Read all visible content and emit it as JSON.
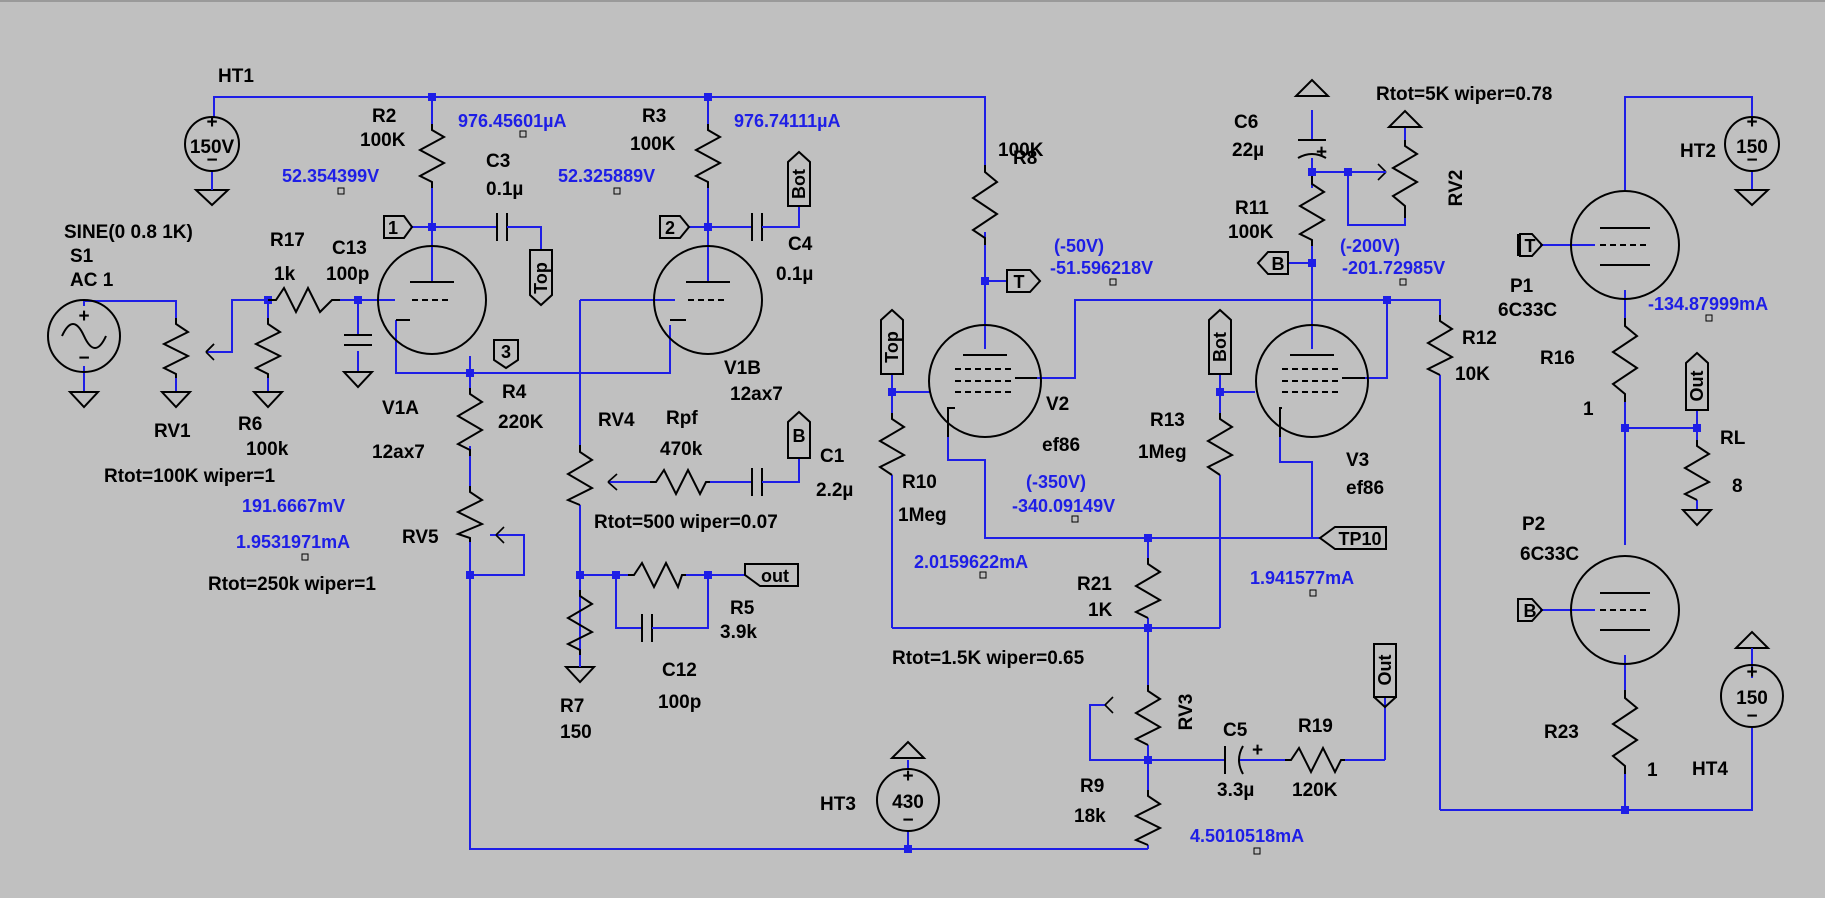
{
  "supplies": {
    "ht1": "HT1",
    "ht1_v": "150V",
    "ht2": "HT2",
    "ht2_v": "150",
    "ht3": "HT3",
    "ht3_v": "430",
    "ht4": "HT4",
    "ht4_v": "150"
  },
  "source": {
    "spec": "SINE(0 0.8 1K)",
    "name": "S1",
    "ac": "AC 1"
  },
  "resistors": {
    "r2": "R2",
    "r2_v": "100K",
    "r3": "R3",
    "r3_v": "100K",
    "r8": "R8",
    "r8_v": "100K",
    "r11": "R11",
    "r11_v": "100K",
    "r17": "R17",
    "r17_v": "1k",
    "r6": "R6",
    "r6_v": "100k",
    "r4": "R4",
    "r4_v": "220K",
    "rpf": "Rpf",
    "rpf_v": "470k",
    "r10": "R10",
    "r10_v": "1Meg",
    "r13": "R13",
    "r13_v": "1Meg",
    "r12": "R12",
    "r12_v": "10K",
    "r16": "R16",
    "r16_v": "1",
    "rl": "RL",
    "rl_v": "8",
    "r5": "R5",
    "r5_v": "3.9k",
    "r7": "R7",
    "r7_v": "150",
    "r21": "R21",
    "r21_v": "1K",
    "r9": "R9",
    "r9_v": "18k",
    "r19": "R19",
    "r19_v": "120K",
    "r23": "R23",
    "r23_v": "1"
  },
  "capacitors": {
    "c3": "C3",
    "c3_v": "0.1µ",
    "c13": "C13",
    "c13_v": "100p",
    "c4": "C4",
    "c4_v": "0.1µ",
    "c6": "C6",
    "c6_v": "22µ",
    "c1": "C1",
    "c1_v": "2.2µ",
    "c12": "C12",
    "c12_v": "100p",
    "c5": "C5",
    "c5_v": "3.3µ"
  },
  "pots": {
    "rv1": "RV1",
    "rv1_spec": "Rtot=100K wiper=1",
    "rv2": "RV2",
    "rv2_spec": "Rtot=5K wiper=0.78",
    "rv3": "RV3",
    "rv3_spec": "Rtot=1.5K wiper=0.65",
    "rv4": "RV4",
    "rv4_spec": "Rtot=500 wiper=0.07",
    "rv5": "RV5",
    "rv5_spec": "Rtot=250k wiper=1"
  },
  "tubes": {
    "v1a": "V1A",
    "v1a_t": "12ax7",
    "v1b": "V1B",
    "v1b_t": "12ax7",
    "v2": "V2",
    "v2_t": "ef86",
    "v3": "V3",
    "v3_t": "ef86",
    "p1": "P1",
    "p1_t": "6C33C",
    "p2": "P2",
    "p2_t": "6C33C"
  },
  "net_labels": {
    "n1": "1",
    "n2": "2",
    "n3": "3",
    "top": "Top",
    "bot": "Bot",
    "t": "T",
    "b": "B",
    "out": "out",
    "Out": "Out",
    "tp10": "TP10"
  },
  "annotations": {
    "i_r2": "976.45601µA",
    "i_r3": "976.74111µA",
    "v_v1a": "52.354399V",
    "v_v1b": "52.325889V",
    "v2_set": "(-50V)",
    "v2_act": "-51.596218V",
    "v3_set": "(-200V)",
    "v3_act": "-201.72985V",
    "i_p1": "-134.87999mA",
    "v_rv1": "191.6667mV",
    "i_rv1": "1.9531971mA",
    "v_neg_set": "(-350V)",
    "v_neg_act": "-340.09149V",
    "i_v2": "2.0159622mA",
    "i_v3": "1.941577mA",
    "i_ht3": "4.5010518mA"
  }
}
